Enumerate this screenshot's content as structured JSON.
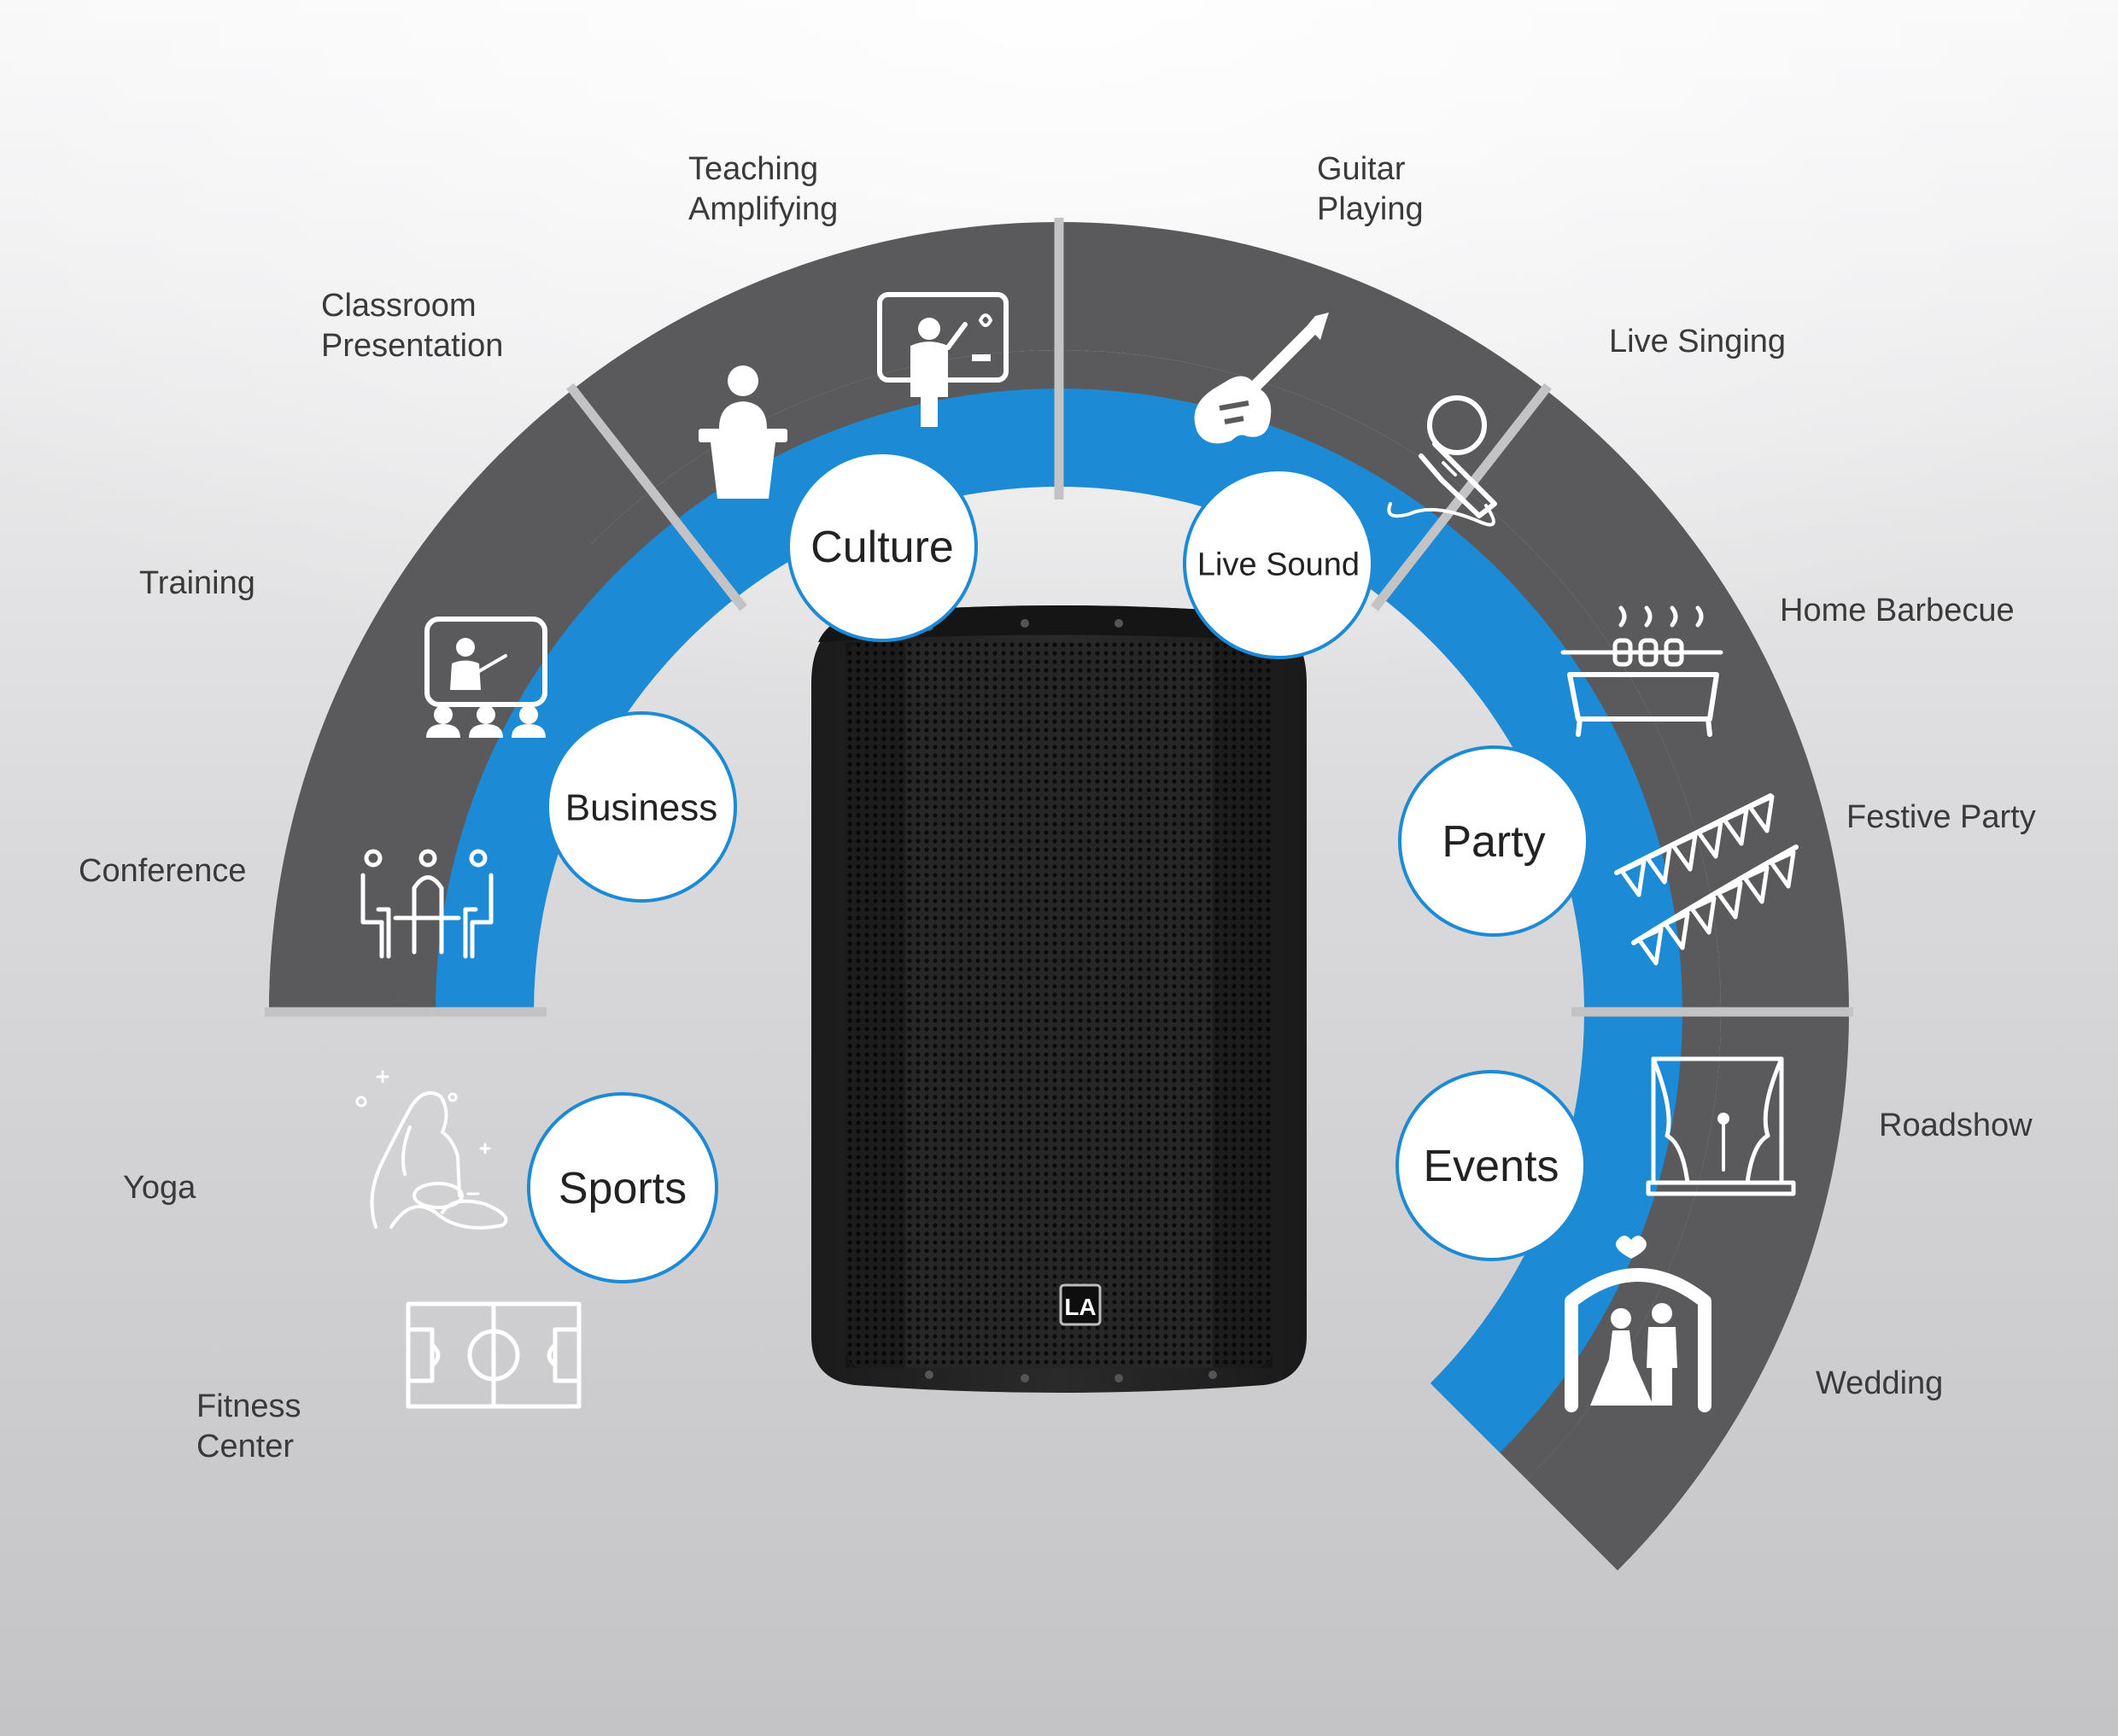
{
  "categories": [
    {
      "id": "culture",
      "label": "Culture",
      "uses": [
        "Teaching\nAmplifying",
        "Classroom\nPresentation"
      ]
    },
    {
      "id": "business",
      "label": "Business",
      "uses": [
        "Training",
        "Conference"
      ]
    },
    {
      "id": "sports",
      "label": "Sports",
      "uses": [
        "Yoga",
        "Fitness\nCenter"
      ]
    },
    {
      "id": "live-sound",
      "label": "Live Sound",
      "uses": [
        "Guitar\nPlaying",
        "Live Singing"
      ]
    },
    {
      "id": "party",
      "label": "Party",
      "uses": [
        "Home Barbecue",
        "Festive Party"
      ]
    },
    {
      "id": "events",
      "label": "Events",
      "uses": [
        "Roadshow",
        "Wedding"
      ]
    }
  ],
  "product": {
    "logo_text": "LA"
  },
  "colors": {
    "ring": "#1d8ad6",
    "segment": "#5a595b",
    "separator": "#c3c3c5",
    "label": "#3a3a3a",
    "badge_border": "#1d8ad6"
  }
}
